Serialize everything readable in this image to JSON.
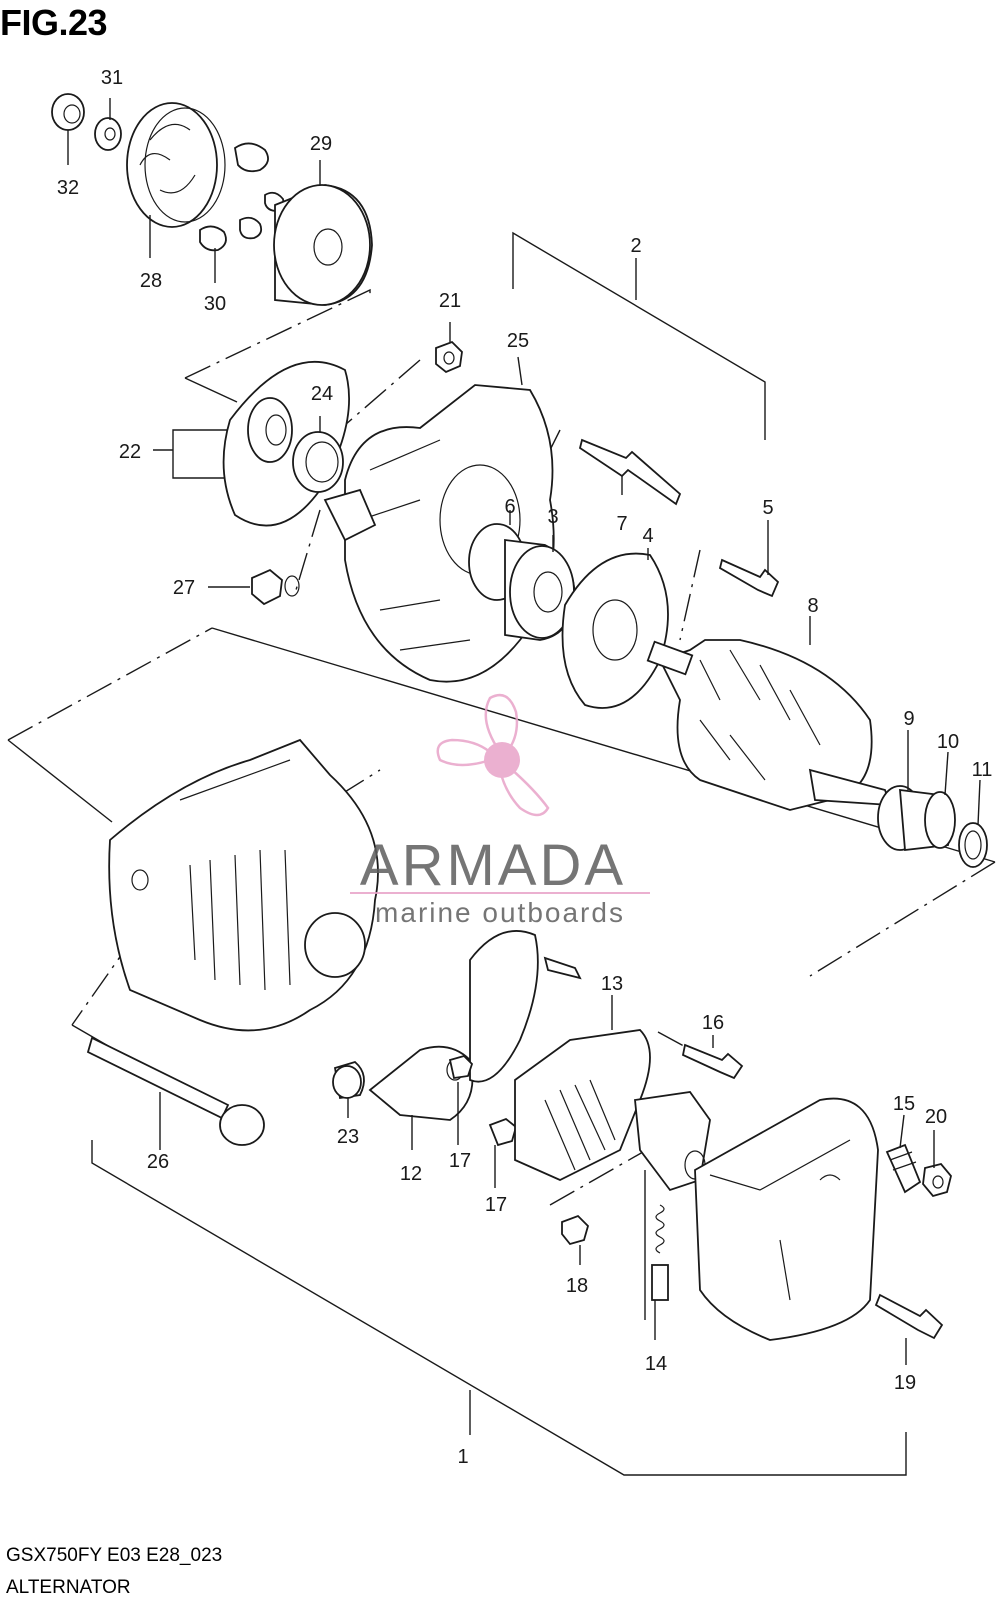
{
  "figure": {
    "title": "FIG.23"
  },
  "footer": {
    "model_code": "GSX750FY E03 E28_023",
    "section_name": "ALTERNATOR"
  },
  "watermark": {
    "brand": "ARMADA",
    "tagline": "marine outboards",
    "color": "#e8a3c8",
    "text_color": "#5e5e5e"
  },
  "parts": [
    {
      "ref": "1"
    },
    {
      "ref": "2"
    },
    {
      "ref": "3"
    },
    {
      "ref": "4"
    },
    {
      "ref": "5"
    },
    {
      "ref": "6"
    },
    {
      "ref": "7"
    },
    {
      "ref": "8"
    },
    {
      "ref": "9"
    },
    {
      "ref": "10"
    },
    {
      "ref": "11"
    },
    {
      "ref": "12"
    },
    {
      "ref": "13"
    },
    {
      "ref": "14"
    },
    {
      "ref": "15"
    },
    {
      "ref": "16"
    },
    {
      "ref": "17"
    },
    {
      "ref": "17"
    },
    {
      "ref": "18"
    },
    {
      "ref": "19"
    },
    {
      "ref": "20"
    },
    {
      "ref": "21"
    },
    {
      "ref": "22"
    },
    {
      "ref": "23"
    },
    {
      "ref": "24"
    },
    {
      "ref": "25"
    },
    {
      "ref": "26"
    },
    {
      "ref": "27"
    },
    {
      "ref": "28"
    },
    {
      "ref": "29"
    },
    {
      "ref": "30"
    },
    {
      "ref": "31"
    },
    {
      "ref": "32"
    }
  ]
}
